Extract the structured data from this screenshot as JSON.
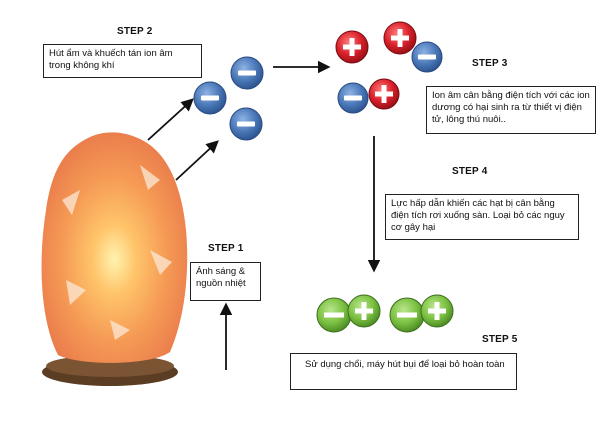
{
  "steps": {
    "s1": "STEP 1",
    "s2": "STEP 2",
    "s3": "STEP 3",
    "s4": "STEP 4",
    "s5": "STEP 5"
  },
  "texts": {
    "step1": "Ánh sáng & nguồn nhiệt",
    "step2": "Hút ẩm và khuếch tán ion âm trong không khí",
    "step3": "Ion âm cân bằng điện tích với các ion dương có hại sinh ra từ thiết vị điện tử, lông thú nuôi..",
    "step4": "Lực hấp dẫn khiến các hạt bị cân bằng điện tích rơi xuống sàn. Loại bỏ các nguy cơ gây hại",
    "step5": "Sử dụng chổi, máy hút bụi để loại bỏ hoàn toàn"
  },
  "colors": {
    "negative_ion": "#4a78b8",
    "positive_ion": "#d8202a",
    "neutral_green": "#7cc142"
  },
  "icons": [
    "salt-lamp",
    "negative-ion",
    "positive-ion",
    "neutral-pair",
    "arrow"
  ]
}
